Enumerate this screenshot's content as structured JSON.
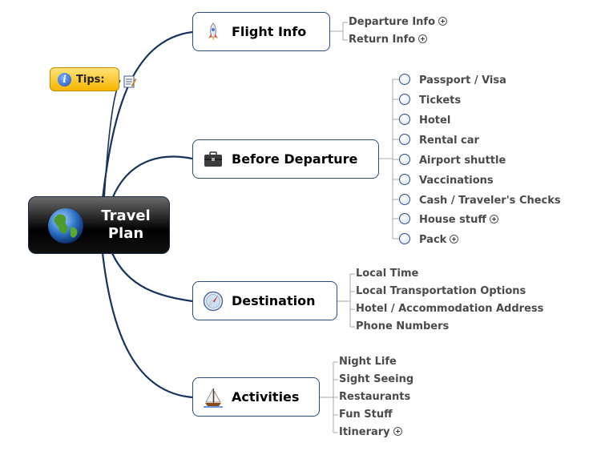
{
  "central": {
    "label_line1": "Travel",
    "label_line2": "Plan",
    "icon": "globe-icon"
  },
  "tips": {
    "label": "Tips:",
    "icon": "info-icon",
    "attachment_icon": "notes-icon"
  },
  "branches": {
    "flight": {
      "label": "Flight Info",
      "icon": "rocket-icon",
      "items": [
        {
          "label": "Departure Info",
          "expandable": true
        },
        {
          "label": "Return Info",
          "expandable": true
        }
      ]
    },
    "before": {
      "label": "Before Departure",
      "icon": "briefcase-icon",
      "items": [
        {
          "label": "Passport / Visa",
          "expandable": false
        },
        {
          "label": "Tickets",
          "expandable": false
        },
        {
          "label": "Hotel",
          "expandable": false
        },
        {
          "label": "Rental car",
          "expandable": false
        },
        {
          "label": "Airport shuttle",
          "expandable": false
        },
        {
          "label": "Vaccinations",
          "expandable": false
        },
        {
          "label": "Cash / Traveler's Checks",
          "expandable": false
        },
        {
          "label": "House stuff",
          "expandable": true
        },
        {
          "label": "Pack",
          "expandable": true
        }
      ]
    },
    "destination": {
      "label": "Destination",
      "icon": "compass-icon",
      "items": [
        {
          "label": "Local Time",
          "expandable": false
        },
        {
          "label": "Local Transportation Options",
          "expandable": false
        },
        {
          "label": "Hotel / Accommodation Address",
          "expandable": false
        },
        {
          "label": "Phone Numbers",
          "expandable": false
        }
      ]
    },
    "activities": {
      "label": "Activities",
      "icon": "sailboat-icon",
      "items": [
        {
          "label": "Night Life",
          "expandable": false
        },
        {
          "label": "Sight Seeing",
          "expandable": false
        },
        {
          "label": "Restaurants",
          "expandable": false
        },
        {
          "label": "Fun Stuff",
          "expandable": false
        },
        {
          "label": "Itinerary",
          "expandable": true
        }
      ]
    }
  },
  "colors": {
    "branch_line": "#16335e",
    "leaf_line": "#a9a9a9",
    "leaf_text": "#4a4a4a"
  }
}
